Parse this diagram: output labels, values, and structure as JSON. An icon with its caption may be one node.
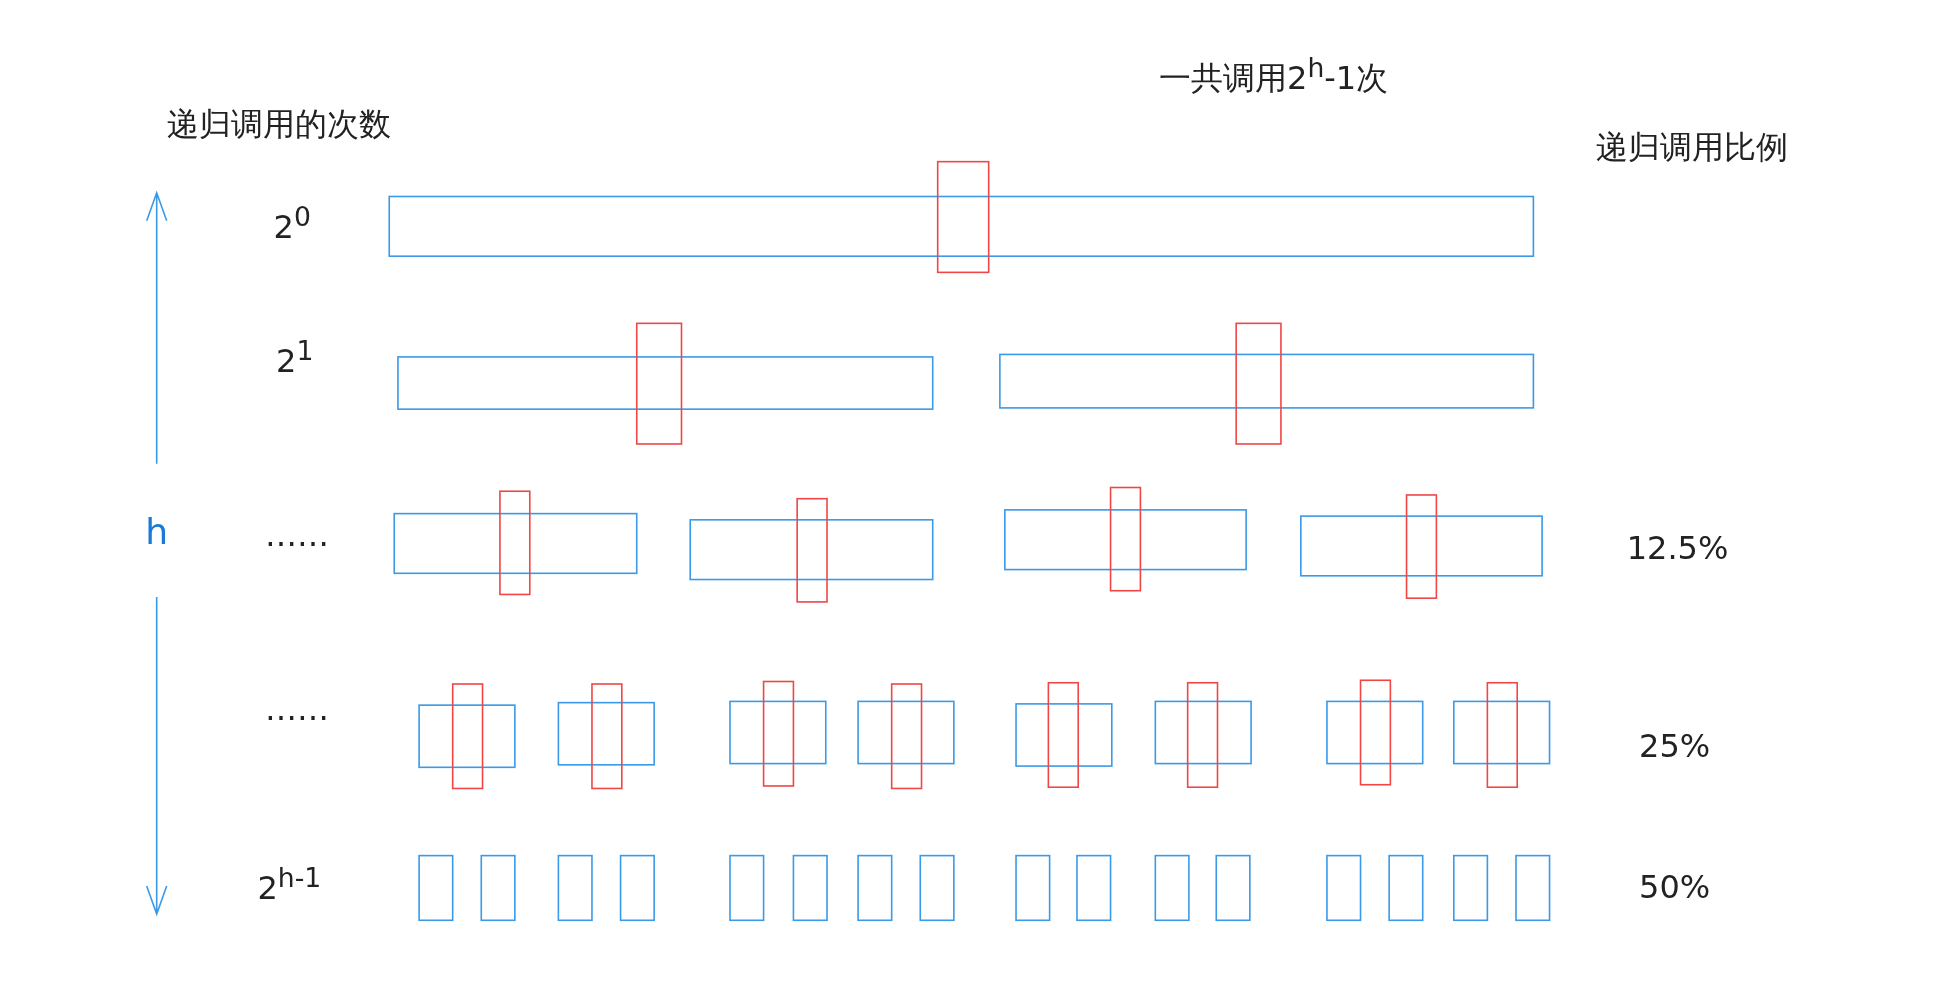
{
  "diagram": {
    "labels": [
      "一共调用2$^{h}$-1次",
      "递归调用的次数",
      "递归调用比例",
      "2$^{0}$",
      "2$^{1}$",
      "h",
      "……",
      "12.5%",
      "……",
      "25%",
      "2$^{h-1}$",
      "50%"
    ]
  }
}
